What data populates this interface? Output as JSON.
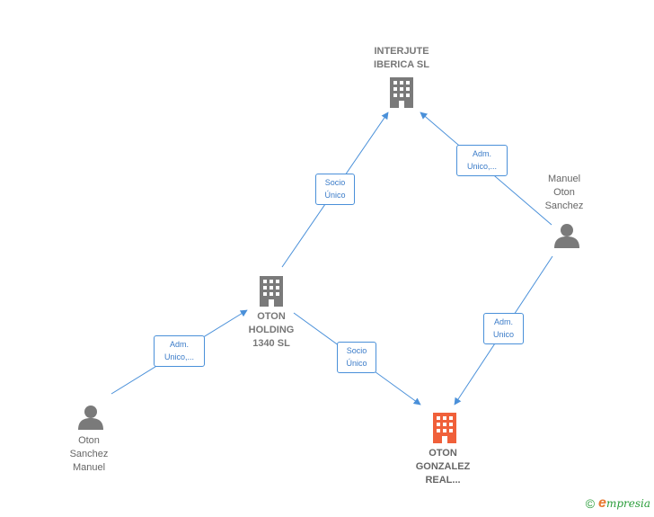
{
  "colors": {
    "edge": "#4a90d9",
    "company": "#7a7a7a",
    "target": "#f0603a",
    "person": "#7a7a7a",
    "brand": "#2a9d3a"
  },
  "nodes": {
    "interjute": {
      "label": "INTERJUTE\nIBERICA SL",
      "icon": "building-icon"
    },
    "oton_holding": {
      "label": "OTON\nHOLDING\n1340  SL",
      "icon": "building-icon"
    },
    "oton_gonzalez": {
      "label": "OTON\nGONZALEZ\nREAL...",
      "icon": "building-icon"
    },
    "manuel_oton_sanchez": {
      "label": "Manuel\nOton\nSanchez",
      "icon": "person-icon"
    },
    "oton_sanchez_manuel": {
      "label": "Oton\nSanchez\nManuel",
      "icon": "person-icon"
    }
  },
  "edges": {
    "holding_to_interjute": "Socio\nÚnico",
    "manuel_to_interjute": "Adm.\nUnico,...",
    "manuel_to_gonzalez": "Adm.\nUnico",
    "holding_to_gonzalez": "Socio\nÚnico",
    "oton_to_holding": "Adm.\nUnico,..."
  },
  "footer": {
    "copyright": "©",
    "brand_initial": "e",
    "brand_rest": "mpresia"
  }
}
